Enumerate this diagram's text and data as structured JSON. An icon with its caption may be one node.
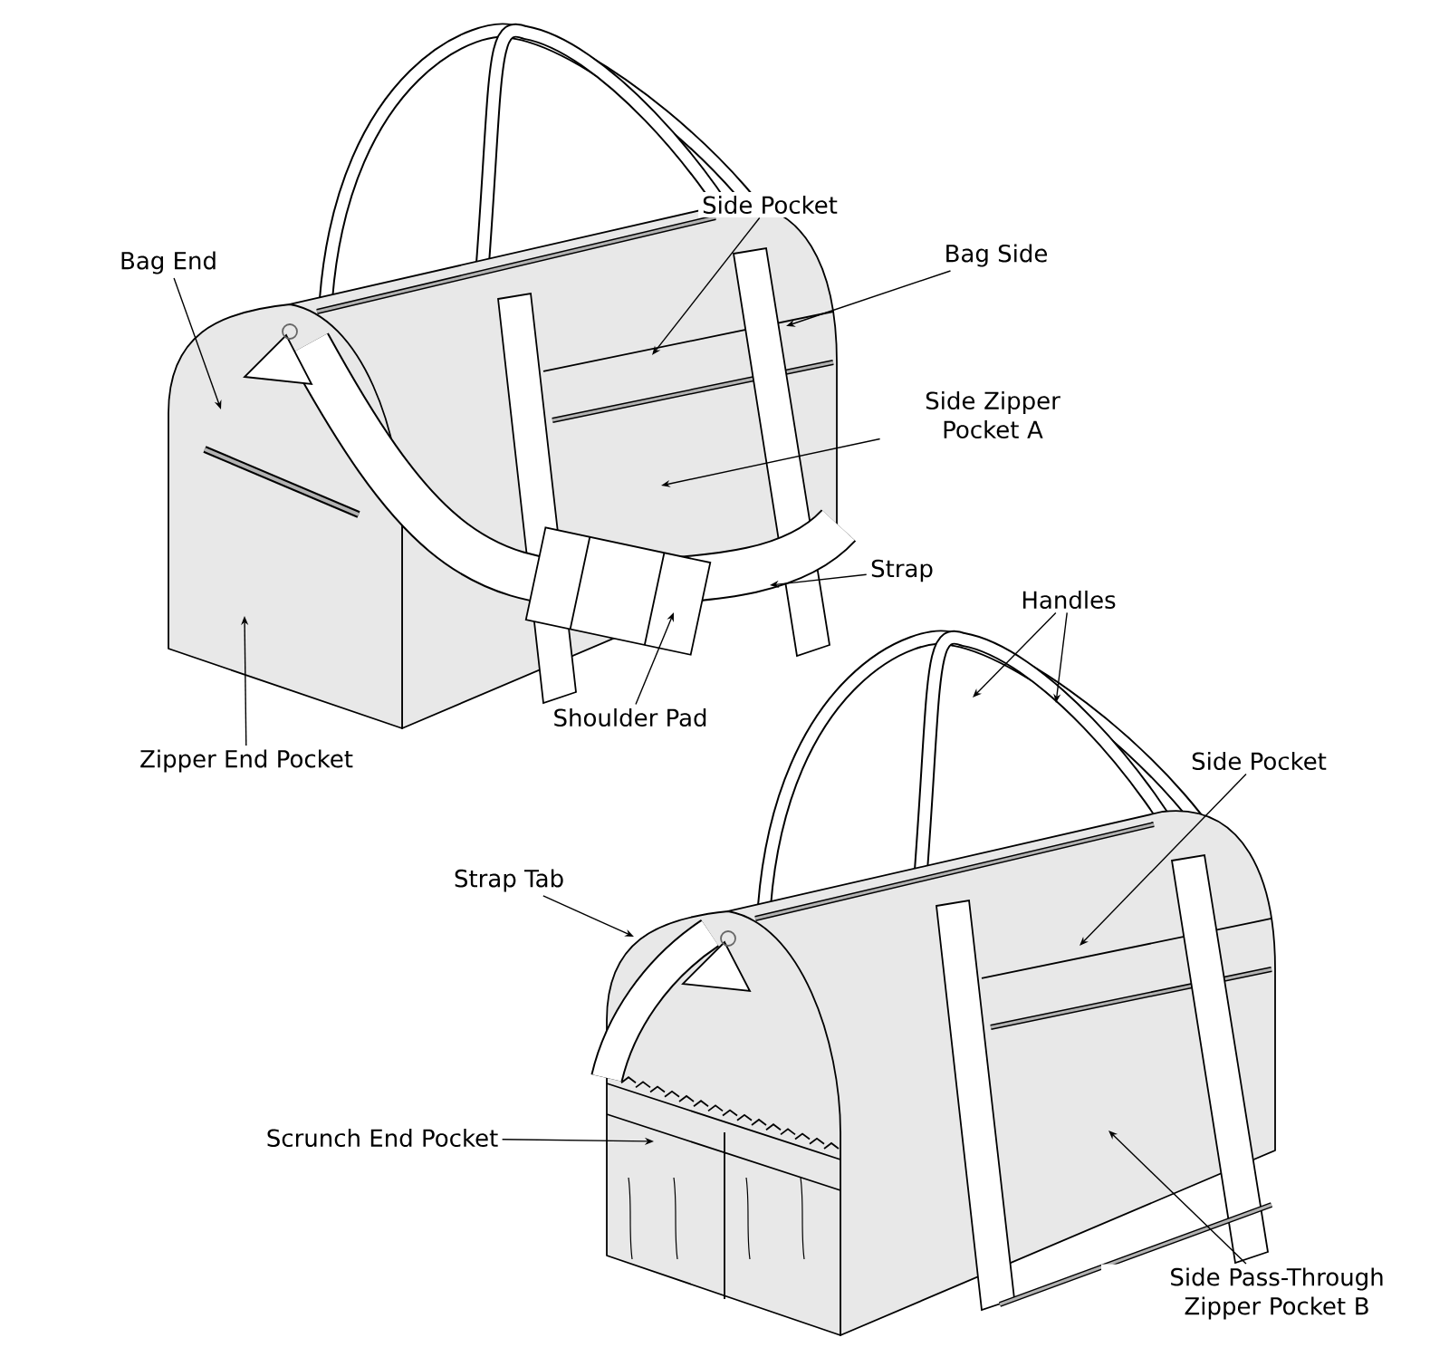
{
  "diagram": {
    "nodes": [
      {
        "text": [
          "Side Pocket"
        ]
      },
      {
        "text": [
          "Bag End"
        ]
      },
      {
        "text": [
          "Bag Side"
        ]
      },
      {
        "text": [
          "Side Zipper Pocket A"
        ]
      },
      {
        "text": [
          "Strap"
        ]
      },
      {
        "text": [
          "Handles"
        ]
      },
      {
        "text": [
          "Shoulder Pad"
        ]
      },
      {
        "text": [
          "Zipper End Pocket"
        ]
      },
      {
        "text": [
          "Side Pocket"
        ]
      },
      {
        "text": [
          "Strap Tab"
        ]
      },
      {
        "text": [
          "Scrunch End Pocket"
        ]
      },
      {
        "text": [
          "Side Pass-Through Zipper Pocket B"
        ]
      }
    ],
    "edges": [
      {
        "from": 0,
        "to": null,
        "arrow": "to"
      },
      {
        "from": 1,
        "to": null,
        "arrow": "to"
      },
      {
        "from": 2,
        "to": null,
        "arrow": "to"
      },
      {
        "from": 3,
        "to": null,
        "arrow": "to"
      },
      {
        "from": 4,
        "to": null,
        "arrow": "to"
      },
      {
        "from": 5,
        "to": null,
        "arrow": "to"
      },
      {
        "from": 5,
        "to": null,
        "arrow": "to"
      },
      {
        "from": 6,
        "to": null,
        "arrow": "to"
      },
      {
        "from": 7,
        "to": null,
        "arrow": "to"
      },
      {
        "from": 8,
        "to": null,
        "arrow": "to"
      },
      {
        "from": 9,
        "to": null,
        "arrow": "to"
      },
      {
        "from": 10,
        "to": null,
        "arrow": "to"
      },
      {
        "from": 11,
        "to": null,
        "arrow": "to"
      }
    ]
  }
}
